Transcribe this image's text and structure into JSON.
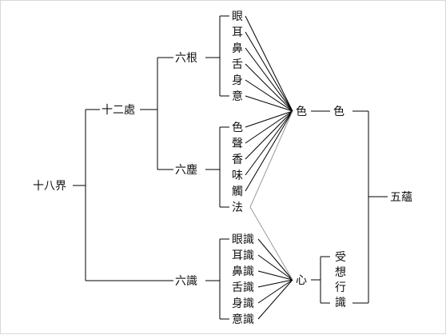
{
  "root": "十八界",
  "level1": {
    "upper": "十二處",
    "lower": "六識"
  },
  "level2": {
    "upper": "六根",
    "lower": "六塵"
  },
  "six_roots": [
    "眼",
    "耳",
    "鼻",
    "舌",
    "身",
    "意"
  ],
  "six_objects": [
    "色",
    "聲",
    "香",
    "味",
    "觸",
    "法"
  ],
  "six_consciousnesses": [
    "眼識",
    "耳識",
    "鼻識",
    "舌識",
    "身識",
    "意識"
  ],
  "hub_form": "色",
  "hub_mind": "心",
  "aggregate_form": "色",
  "aggregates_mental": [
    "受",
    "想",
    "行",
    "識"
  ],
  "five_aggregates": "五蘊",
  "colors": {
    "line": "#000000",
    "gray_line": "#9a9a9a"
  }
}
